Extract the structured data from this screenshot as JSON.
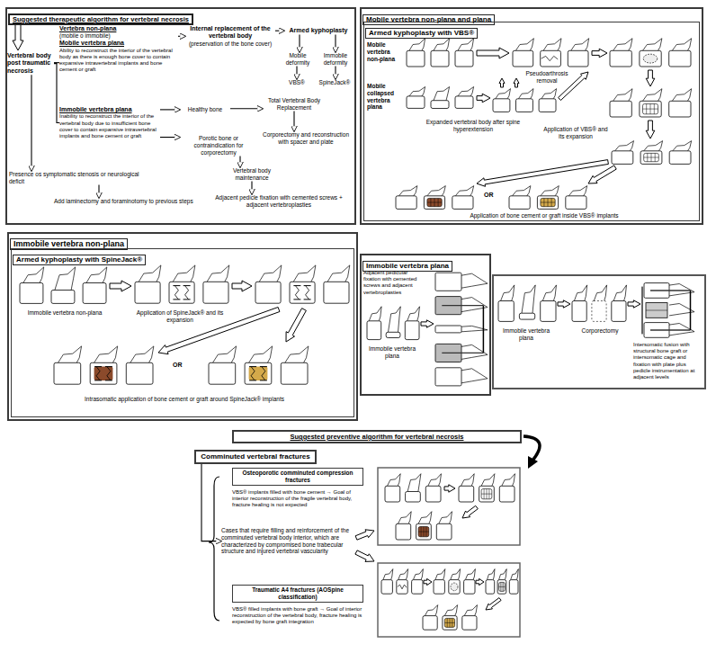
{
  "diagram": {
    "nodes": [
      {
        "text": [
          "Suggested therapeutic algorithm for vertebral necrosis"
        ]
      },
      {
        "text": [
          "Vertebral body post traumatic necrosis"
        ],
        "in": 0
      },
      {
        "text": [
          "Vertebra non-plana",
          "(mobile o immobile)",
          "Mobile vertebra plana",
          "Ability to reconstruct the interior of the vertebral body as there is enough bone cover to contain expansive intravertebral implants and bone cement or graft"
        ],
        "in": 0
      },
      {
        "text": [
          "Internal replacement of the vertebral body",
          "(preservation of the bone cover)"
        ],
        "in": 0
      },
      {
        "text": [
          "Armed kyphoplasty"
        ],
        "in": 0
      },
      {
        "text": [
          "Mobile deformity"
        ],
        "in": 0
      },
      {
        "text": [
          "Immobile deformity"
        ],
        "in": 0
      },
      {
        "text": [
          "VBS®"
        ],
        "in": 0
      },
      {
        "text": [
          "SpineJack®"
        ],
        "in": 0
      },
      {
        "text": [
          "Immobile vertebra plana",
          "Inability to reconstruct the interior of the vertebral body due to insufficient bone cover to contain expansive intravertebral implants and bone cement or graft"
        ],
        "in": 0
      },
      {
        "text": [
          "Healthy bone"
        ],
        "in": 0
      },
      {
        "text": [
          "Total Vertebral Body Replacement"
        ],
        "in": 0
      },
      {
        "text": [
          "Porotic bone or contraindication for corporectomy"
        ],
        "in": 0
      },
      {
        "text": [
          "Corporectomy and reconstruction with spacer and plate"
        ],
        "in": 0
      },
      {
        "text": [
          "Vertebral body maintenance"
        ],
        "in": 0
      },
      {
        "text": [
          "Adjacent pedicle fixation with cemented screws + adjacent vertebroplasties"
        ],
        "in": 0
      },
      {
        "text": [
          "Presence os symptomatic stenosis or neurological deficit"
        ],
        "in": 0
      },
      {
        "text": [
          "Add laminectomy and foraminotomy to previous steps"
        ],
        "in": 0
      },
      {
        "text": [
          "Mobile vertebra non-plana and plana"
        ]
      },
      {
        "text": [
          "Armed kyphoplasty with VBS®"
        ],
        "in": 18
      },
      {
        "text": [
          "Immobile vertebra non-plana"
        ]
      },
      {
        "text": [
          "Armed kyphoplasty with SpineJack®"
        ],
        "in": 20
      },
      {
        "text": [
          "Immobile vertebra plana"
        ]
      },
      {
        "text": [
          "Suggested preventive algorithm for vertebral necrosis"
        ]
      },
      {
        "text": [
          "Comminuted vertebral fractures"
        ]
      },
      {
        "text": [
          "Osteoporotic comminuted compression fractures"
        ]
      },
      {
        "text": [
          "Cases that require filling and reinforcement of the comminuted vertebral body interior, which are characterized by compromised bone trabecular structure and injured vertebral vascularity"
        ]
      },
      {
        "text": [
          "Traumatic A4 fractures (AOSpine classification)"
        ]
      }
    ],
    "edges": [
      {
        "from": 1,
        "to": 2,
        "arrow": "none"
      },
      {
        "from": 1,
        "to": 9,
        "arrow": "none"
      },
      {
        "from": 1,
        "to": 16,
        "arrow": "to"
      },
      {
        "from": 2,
        "to": 3,
        "arrow": "to"
      },
      {
        "from": 3,
        "to": 4,
        "arrow": "to"
      },
      {
        "from": 4,
        "to": 5,
        "arrow": "to"
      },
      {
        "from": 4,
        "to": 6,
        "arrow": "to"
      },
      {
        "from": 5,
        "to": 7,
        "arrow": "to"
      },
      {
        "from": 6,
        "to": 8,
        "arrow": "to"
      },
      {
        "from": 9,
        "to": 10,
        "arrow": "to"
      },
      {
        "from": 9,
        "to": 12,
        "arrow": "to"
      },
      {
        "from": 10,
        "to": 11,
        "arrow": "to"
      },
      {
        "from": 11,
        "to": 13,
        "arrow": "to"
      },
      {
        "from": 12,
        "to": 14,
        "arrow": "to"
      },
      {
        "from": 14,
        "to": 15,
        "arrow": "to"
      },
      {
        "from": 16,
        "to": 17,
        "arrow": "to"
      },
      {
        "from": 24,
        "to": 26,
        "arrow": "to"
      }
    ],
    "labels": [
      "Mobile vertebra non-plana",
      "Mobile collapsed vertebra plana",
      "Expanded vertebral body after spine hyperextension",
      "Pseudoarthrosis removal",
      "Application of VBS® and its expansion",
      "OR",
      "Application of bone cement or graft inside VBS® implants",
      "Immobile vertebra non-plana",
      "Application of SpineJack® and its expansion",
      "OR",
      "Intrasomatic application of bone cement or graft around SpineJack® implants",
      "Adjacent pedicular fixation with cemented screws and adjacent vertebroplasties",
      "Immobile vertebra plana",
      "Immobile vertebra plana",
      "Corporectomy",
      "Intersomatic fusion with structural bone graft or intersomatic cage and fixation with plate plus pedicle instrumentation at adjacent levels",
      "VBS® implants filled with bone cement → Goal of interior reconstruction of the fragile vertebral body, fracture healing is not expected",
      "VBS® filled implants with bone graft → Goal of interior reconstruction of the vertebral body, fracture healing is expected by bone graft integration"
    ]
  }
}
